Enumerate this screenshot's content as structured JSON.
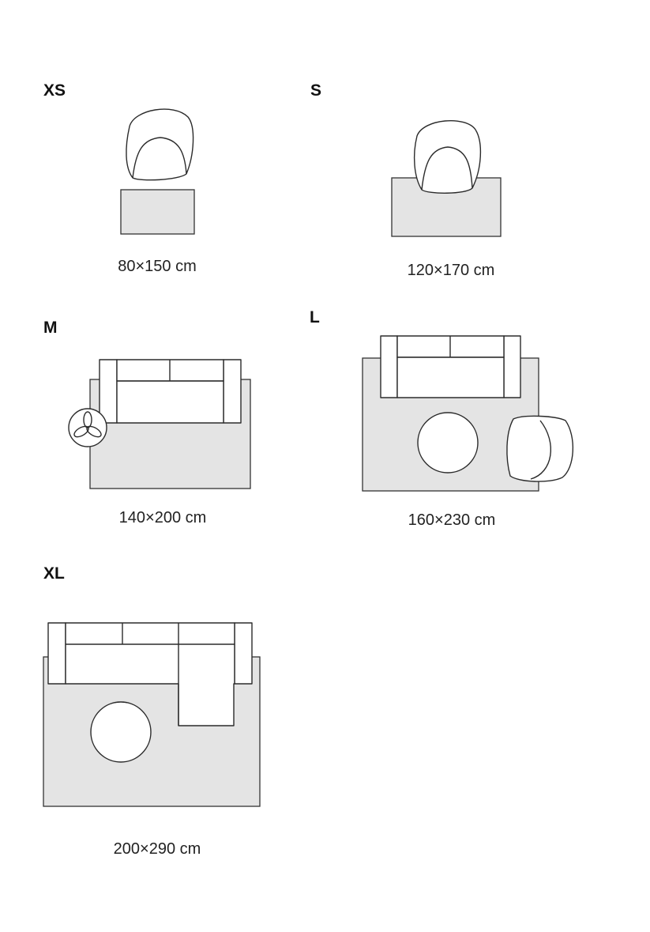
{
  "colors": {
    "background": "#ffffff",
    "rug_fill": "#e4e4e4",
    "outline": "#2b2b2b"
  },
  "sizes": {
    "xs": {
      "label": "XS",
      "dimensions": "80×150 cm"
    },
    "s": {
      "label": "S",
      "dimensions": "120×170 cm"
    },
    "m": {
      "label": "M",
      "dimensions": "140×200 cm"
    },
    "l": {
      "label": "L",
      "dimensions": "160×230 cm"
    },
    "xl": {
      "label": "XL",
      "dimensions": "200×290 cm"
    }
  },
  "icons": [
    "armchair-icon",
    "sofa-icon",
    "plant-icon",
    "round-table-icon",
    "corner-sofa-icon"
  ]
}
